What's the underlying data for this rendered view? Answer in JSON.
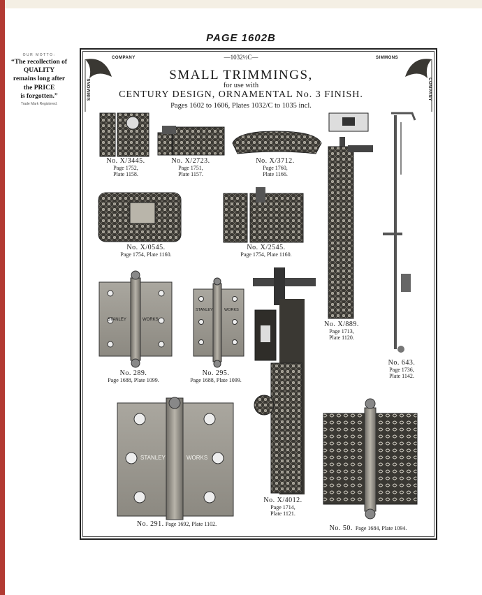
{
  "page_label": "PAGE 1602B",
  "motto": {
    "heading": "OUR MOTTO:",
    "lines": [
      "“The recollection of",
      "QUALITY",
      "remains long after",
      "the PRICE",
      "is forgotten.”"
    ],
    "trademark": "Trade Mark Registered."
  },
  "plate": {
    "number": "—1032½C—",
    "corner_left_top": "COMPANY",
    "corner_left_side": "SIMMONS",
    "corner_right_top": "SIMMONS",
    "corner_right_side": "COMPANY",
    "title": "SMALL TRIMMINGS,",
    "subtitle": "for use with",
    "design_line": "CENTURY DESIGN,  ORNAMENTAL No. 3 FINISH.",
    "pages_line": "Pages 1602 to 1606, Plates 1032/C to 1035 incl."
  },
  "items": [
    {
      "no": "No. X/3445.",
      "ref1": "Page 1752,",
      "ref2": "Plate 1158."
    },
    {
      "no": "No. X/2723.",
      "ref1": "Page 1751,",
      "ref2": "Plate 1157."
    },
    {
      "no": "No. X/3712.",
      "ref1": "Page 1760,",
      "ref2": "Plate 1166."
    },
    {
      "no": "No. X/0545.",
      "ref1": "Page 1754, Plate 1160."
    },
    {
      "no": "No. X/2545.",
      "ref1": "Page 1754, Plate 1160."
    },
    {
      "no": "No. X/889.",
      "ref1": "Page 1713,",
      "ref2": "Plate 1120."
    },
    {
      "no": "No. 643.",
      "ref1": "Page 1736,",
      "ref2": "Plate 1142."
    },
    {
      "no": "No. 289.",
      "ref1": "Page 1688, Plate 1099."
    },
    {
      "no": "No. 295.",
      "ref1": "Page 1688, Plate 1099."
    },
    {
      "no": "No. 291.",
      "ref1": "Page 1692, Plate 1102."
    },
    {
      "no": "No. X/4012.",
      "ref1": "Page 1714,",
      "ref2": "Plate 1121."
    },
    {
      "no": "No. 50.",
      "ref1": "Page 1684, Plate 1094."
    }
  ],
  "hinge_stamp": {
    "left": "STANLEY",
    "right": "WORKS"
  }
}
